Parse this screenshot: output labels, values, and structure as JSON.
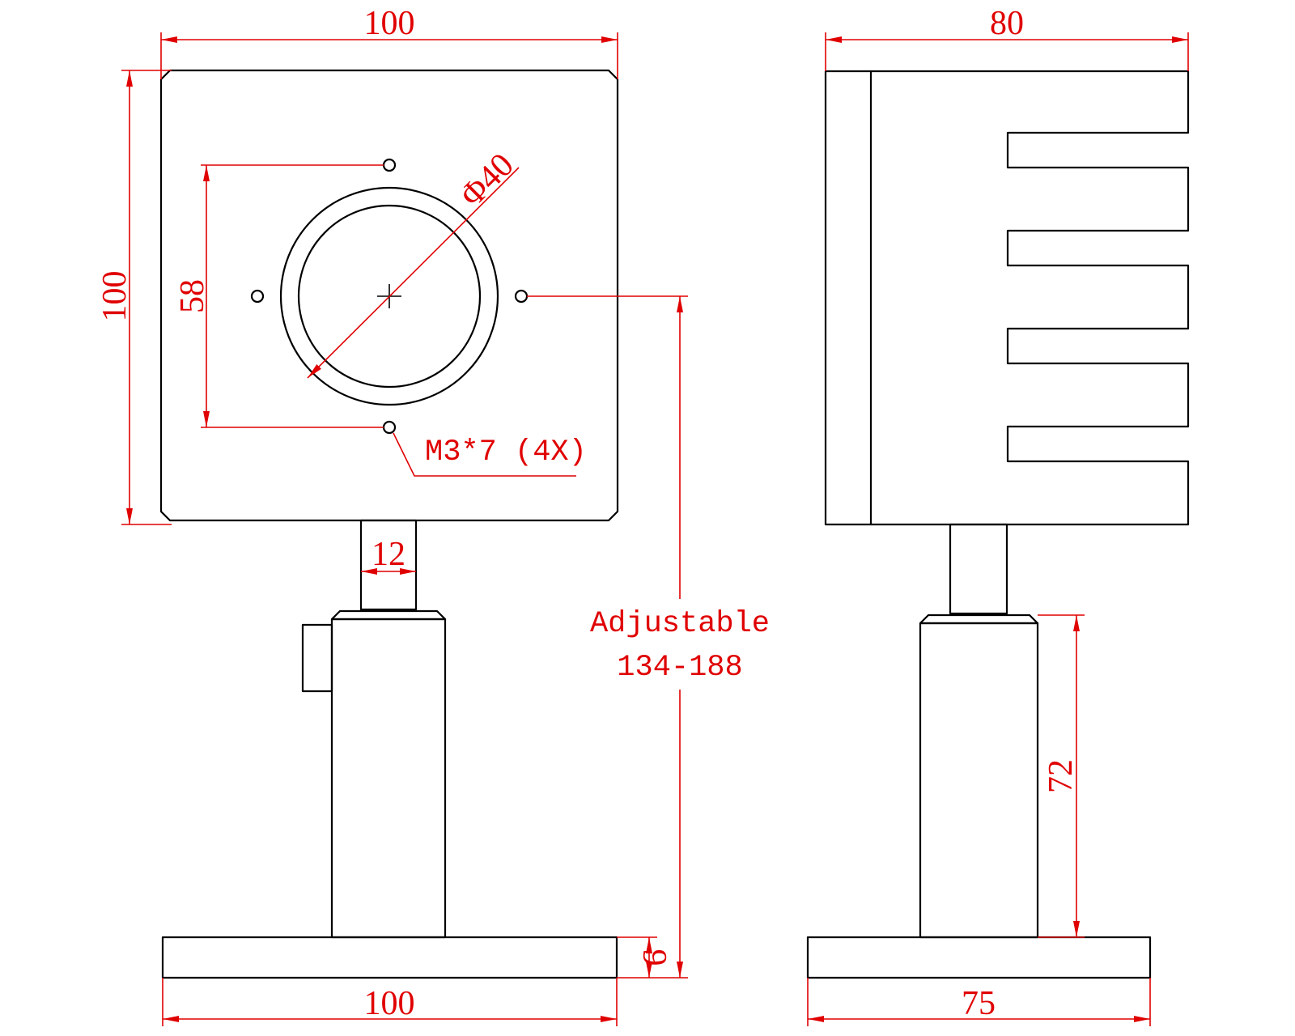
{
  "colors": {
    "outline": "#000000",
    "dimension": "#e00000",
    "background": "#ffffff"
  },
  "front_view": {
    "width_top": "100",
    "height_left": "100",
    "hole_spacing": "58",
    "aperture_diameter": "Φ40",
    "post_width": "12",
    "thread_note": "M3*7 (4X)",
    "adjustable_label": "Adjustable",
    "adjustable_range": "134-188",
    "base_thickness": "9",
    "base_width": "100"
  },
  "side_view": {
    "depth_top": "80",
    "post_height": "72",
    "base_depth": "75"
  }
}
